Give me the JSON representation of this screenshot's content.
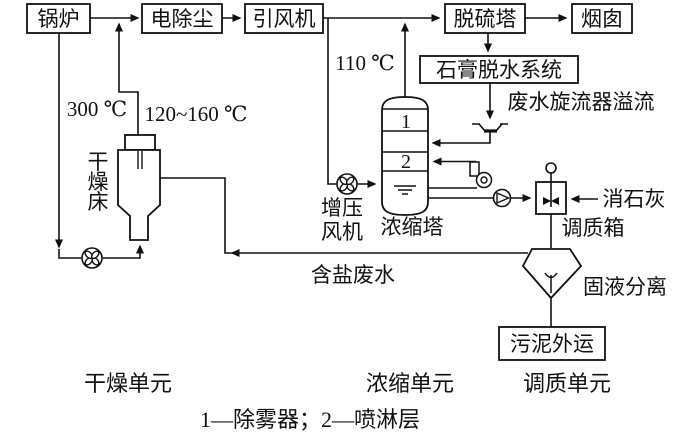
{
  "diagram": {
    "background": "#ffffff",
    "line_color": "#111111",
    "boxes": {
      "boiler": "锅炉",
      "esp": "电除尘",
      "id_fan": "引风机",
      "fgd_tower": "脱硫塔",
      "stack": "烟囱",
      "gypsum_system": "石膏脱水系统",
      "sludge_out": "污泥外运"
    },
    "temps": {
      "boiler_out": "300 ℃",
      "esp_out": "120~160 ℃",
      "fan_in": "110 ℃"
    },
    "equipment": {
      "drying_bed_char_1": "干",
      "drying_bed_char_2": "燥",
      "drying_bed_char_3": "床",
      "booster_fan_line_1": "增压",
      "booster_fan_line_2": "风机",
      "concentration_tower": "浓缩塔",
      "conditioning_tank": "调质箱",
      "separator": "固液分离",
      "lime": "消石灰",
      "cyclone_overflow": "废水旋流器溢流",
      "salt_wastewater": "含盐废水",
      "tower_zone1": "1",
      "tower_zone2": "2"
    },
    "units": {
      "drying": "干燥单元",
      "concentration": "浓缩单元",
      "conditioning": "调质单元"
    },
    "caption": "1—除雾器；2—喷淋层"
  }
}
